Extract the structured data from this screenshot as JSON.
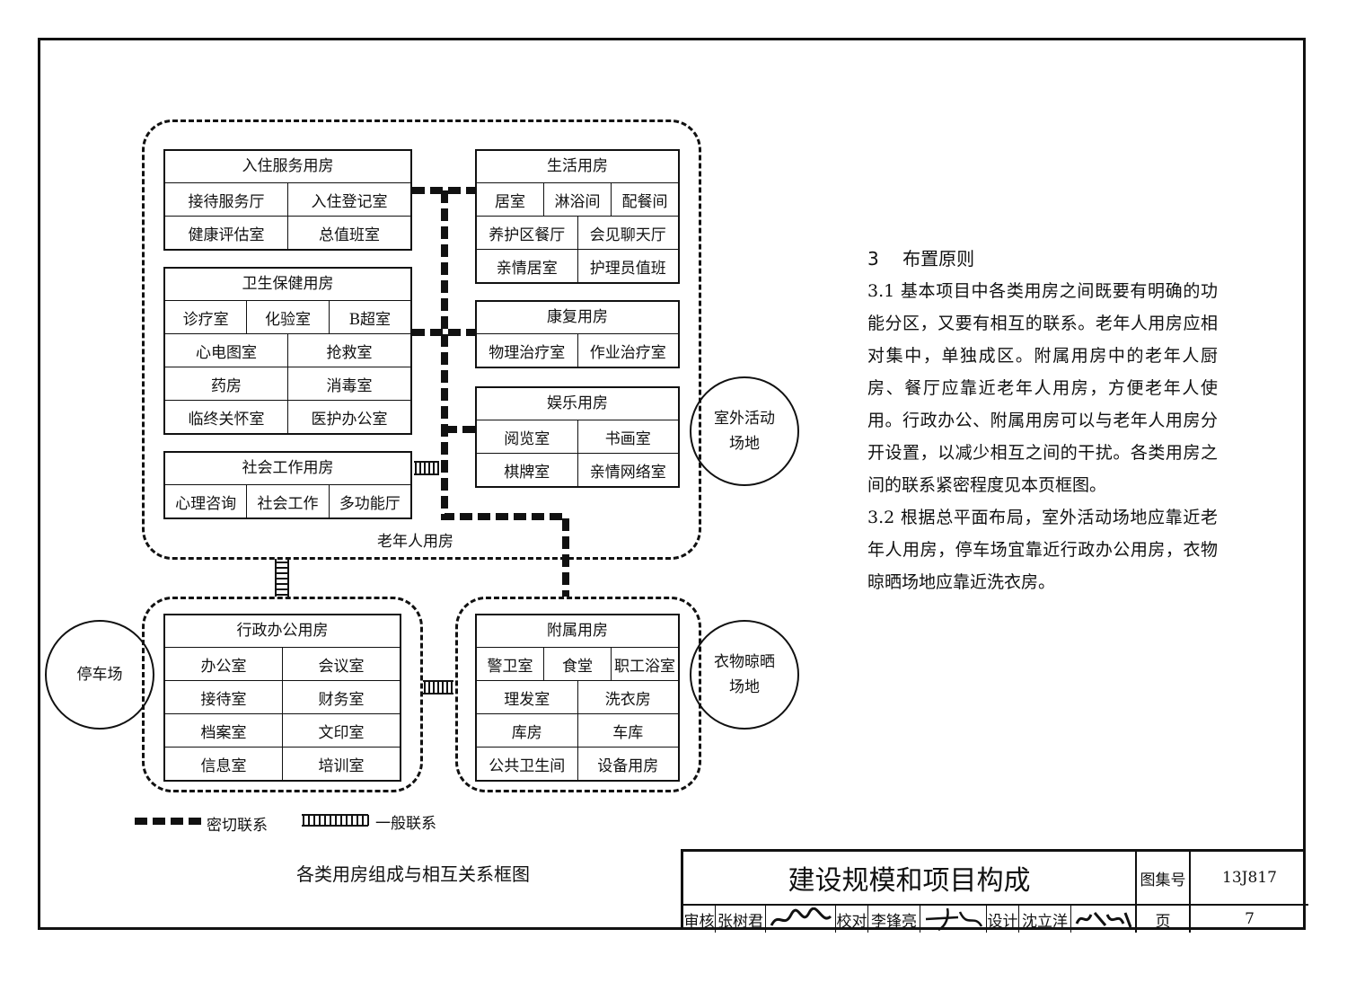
{
  "diagram": {
    "zones": {
      "elderly": "老年人用房",
      "admin": "",
      "auxiliary": ""
    },
    "boxes": {
      "checkin": {
        "title": "入住服务用房",
        "rows": [
          [
            "接待服务厅",
            "入住登记室"
          ],
          [
            "健康评估室",
            "总值班室"
          ]
        ]
      },
      "health": {
        "title": "卫生保健用房",
        "rows": [
          [
            "诊疗室",
            "化验室",
            "B超室"
          ],
          [
            "心电图室",
            "抢救室"
          ],
          [
            "药房",
            "消毒室"
          ],
          [
            "临终关怀室",
            "医护办公室"
          ]
        ]
      },
      "social": {
        "title": "社会工作用房",
        "rows": [
          [
            "心理咨询",
            "社会工作",
            "多功能厅"
          ]
        ]
      },
      "living": {
        "title": "生活用房",
        "rows": [
          [
            "居室",
            "淋浴间",
            "配餐间"
          ],
          [
            "养护区餐厅",
            "会见聊天厅"
          ],
          [
            "亲情居室",
            "护理员值班"
          ]
        ]
      },
      "rehab": {
        "title": "康复用房",
        "rows": [
          [
            "物理治疗室",
            "作业治疗室"
          ]
        ]
      },
      "recreation": {
        "title": "娱乐用房",
        "rows": [
          [
            "阅览室",
            "书画室"
          ],
          [
            "棋牌室",
            "亲情网络室"
          ]
        ]
      },
      "admin": {
        "title": "行政办公用房",
        "rows": [
          [
            "办公室",
            "会议室"
          ],
          [
            "接待室",
            "财务室"
          ],
          [
            "档案室",
            "文印室"
          ],
          [
            "信息室",
            "培训室"
          ]
        ]
      },
      "auxiliary": {
        "title": "附属用房",
        "rows": [
          [
            "警卫室",
            "食堂",
            "职工浴室"
          ],
          [
            "理发室",
            "洗衣房"
          ],
          [
            "库房",
            "车库"
          ],
          [
            "公共卫生间",
            "设备用房"
          ]
        ]
      }
    },
    "circles": {
      "outdoor": [
        "室外活动",
        "场地"
      ],
      "parking": [
        "停车场"
      ],
      "laundry": [
        "衣物晾晒",
        "场地"
      ]
    },
    "legend": {
      "close": "密切联系",
      "general": "一般联系"
    },
    "caption": "各类用房组成与相互关系框图"
  },
  "principles": {
    "heading": "3　 布置原则",
    "p1": "3.1 基本项目中各类用房之间既要有明确的功能分区，又要有相互的联系。老年人用房应相对集中，单独成区。附属用房中的老年人厨房、餐厅应靠近老年人用房，方便老年人使用。行政办公、附属用房可以与老年人用房分开设置，以减少相互之间的干扰。各类用房之间的联系紧密程度见本页框图。",
    "p2": "3.2 根据总平面布局，室外活动场地应靠近老年人用房，停车场宜靠近行政办公用房，衣物晾晒场地应靠近洗衣房。"
  },
  "title_block": {
    "title": "建设规模和项目构成",
    "atlas_label": "图集号",
    "atlas_no": "13J817",
    "reviewer_label": "审核",
    "reviewer": "张树君",
    "checker_label": "校对",
    "checker": "李锋亮",
    "designer_label": "设计",
    "designer": "沈立洋",
    "page_label": "页",
    "page": "7"
  }
}
